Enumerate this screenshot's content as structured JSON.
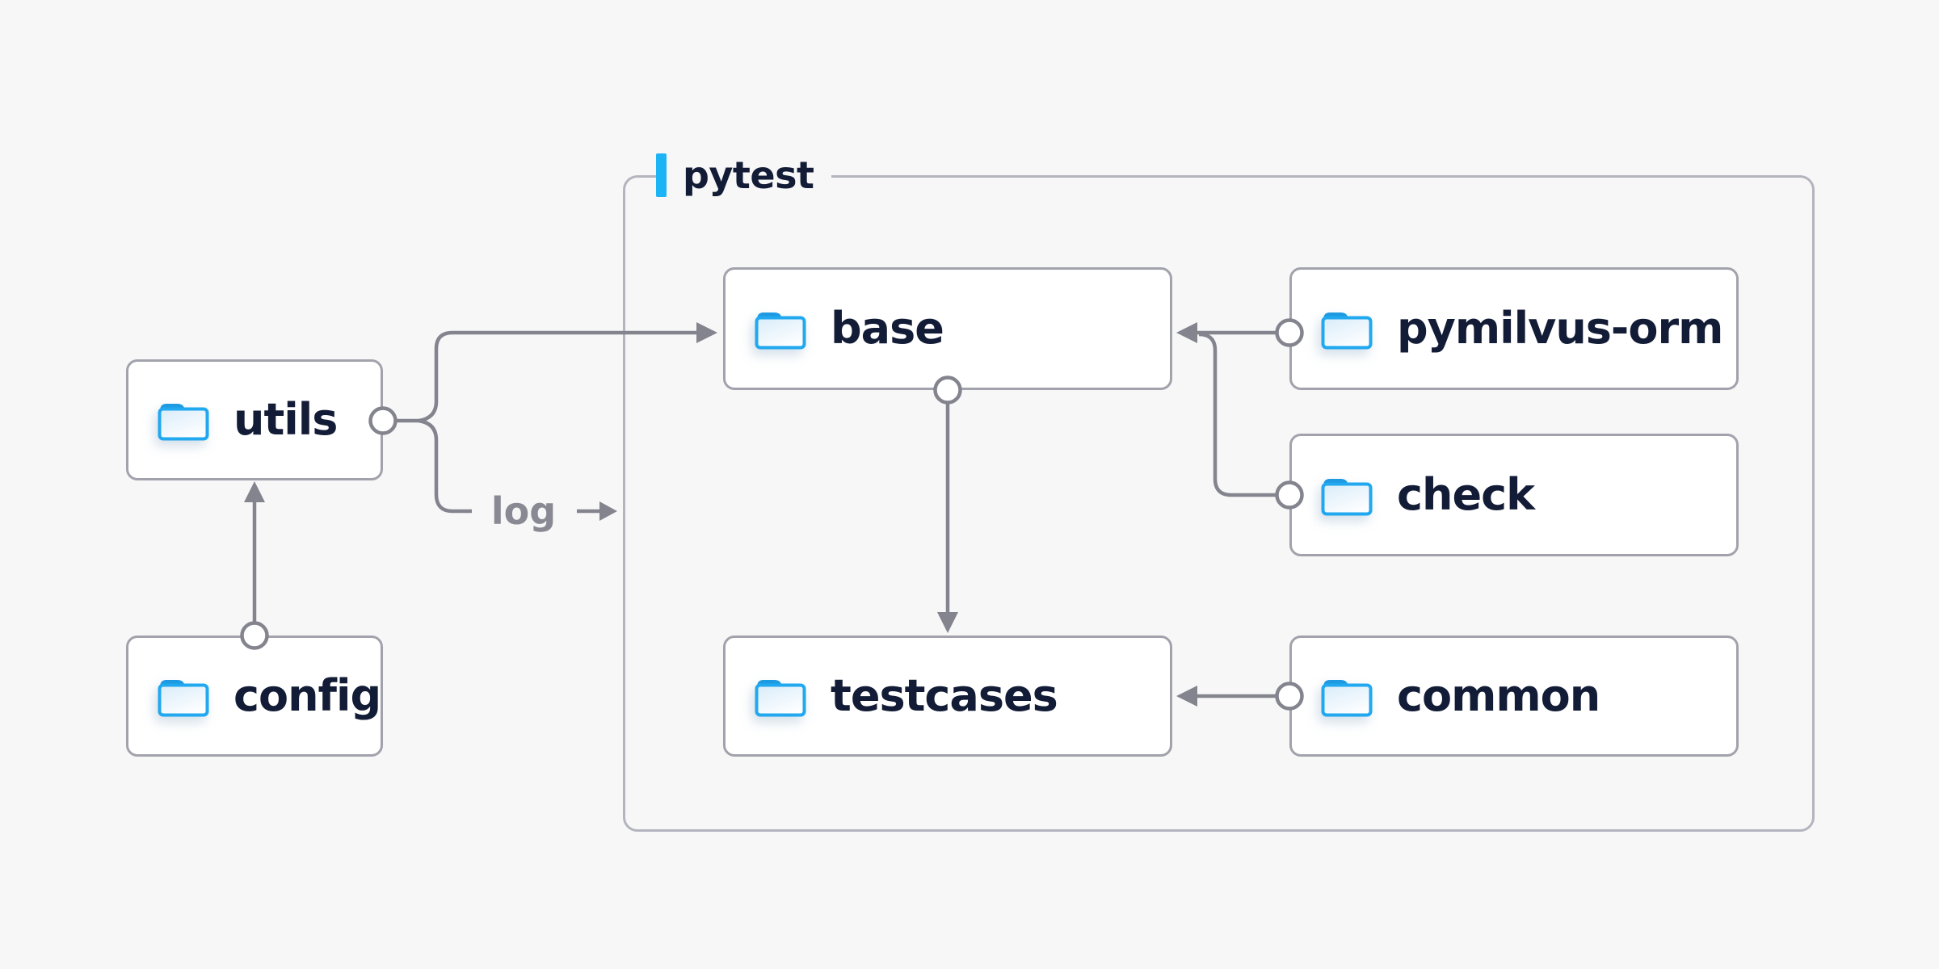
{
  "diagram": {
    "background": "#f7f7f8",
    "container": {
      "label": "pytest",
      "accent_bar_color": "#1db4f5",
      "border_color": "#b4b4be"
    },
    "nodes": {
      "utils": {
        "label": "utils",
        "icon": "folder-icon"
      },
      "config": {
        "label": "config",
        "icon": "folder-icon"
      },
      "base": {
        "label": "base",
        "icon": "folder-icon",
        "inside": "pytest"
      },
      "pymilvus_orm": {
        "label": "pymilvus-orm",
        "icon": "folder-icon",
        "inside": "pytest"
      },
      "check": {
        "label": "check",
        "icon": "folder-icon",
        "inside": "pytest"
      },
      "testcases": {
        "label": "testcases",
        "icon": "folder-icon",
        "inside": "pytest"
      },
      "common": {
        "label": "common",
        "icon": "folder-icon",
        "inside": "pytest"
      }
    },
    "edge_log_label": "log",
    "edges": [
      {
        "from": "config",
        "to": "utils"
      },
      {
        "from": "utils",
        "to": "base"
      },
      {
        "from": "utils",
        "to": "pytest-container",
        "label": "log"
      },
      {
        "from": "pymilvus_orm",
        "to": "base"
      },
      {
        "from": "check",
        "to": "base"
      },
      {
        "from": "base",
        "to": "testcases"
      },
      {
        "from": "common",
        "to": "testcases"
      }
    ],
    "colors": {
      "node_text": "#131c36",
      "node_border": "#a2a2ac",
      "node_fill": "#ffffff",
      "line_gray": "#84848e",
      "log_text": "#898993",
      "folder_outline": "#21a8ef",
      "folder_tab": "#1d9ae2",
      "folder_fill_light": "#d8ecf9",
      "accent_blue": "#1db4f5"
    }
  }
}
